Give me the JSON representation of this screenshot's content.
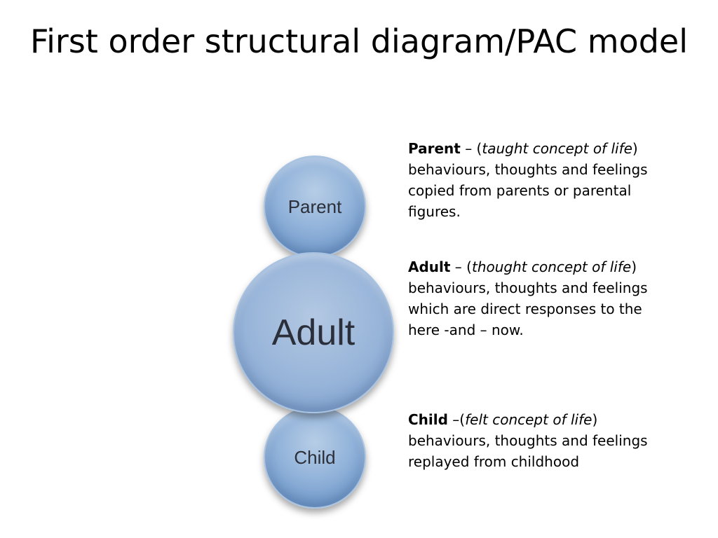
{
  "title": "First order structural diagram/PAC model",
  "diagram": {
    "parent_label": "Parent",
    "adult_label": "Adult",
    "child_label": "Child",
    "circle_color": "#8fb0d8"
  },
  "descriptions": {
    "parent": {
      "term": "Parent",
      "sep_open": " – (",
      "concept": "taught concept of life",
      "rest": ") behaviours, thoughts and feelings copied from parents or parental figures."
    },
    "adult": {
      "term": "Adult",
      "sep_open": " – (",
      "concept": "thought concept of life",
      "rest": ") behaviours, thoughts and feelings which are direct responses to the here -and – now."
    },
    "child": {
      "term": "Child",
      "sep_open": " –(",
      "concept": "felt concept of life",
      "rest": ") behaviours, thoughts and feelings replayed from childhood"
    }
  }
}
